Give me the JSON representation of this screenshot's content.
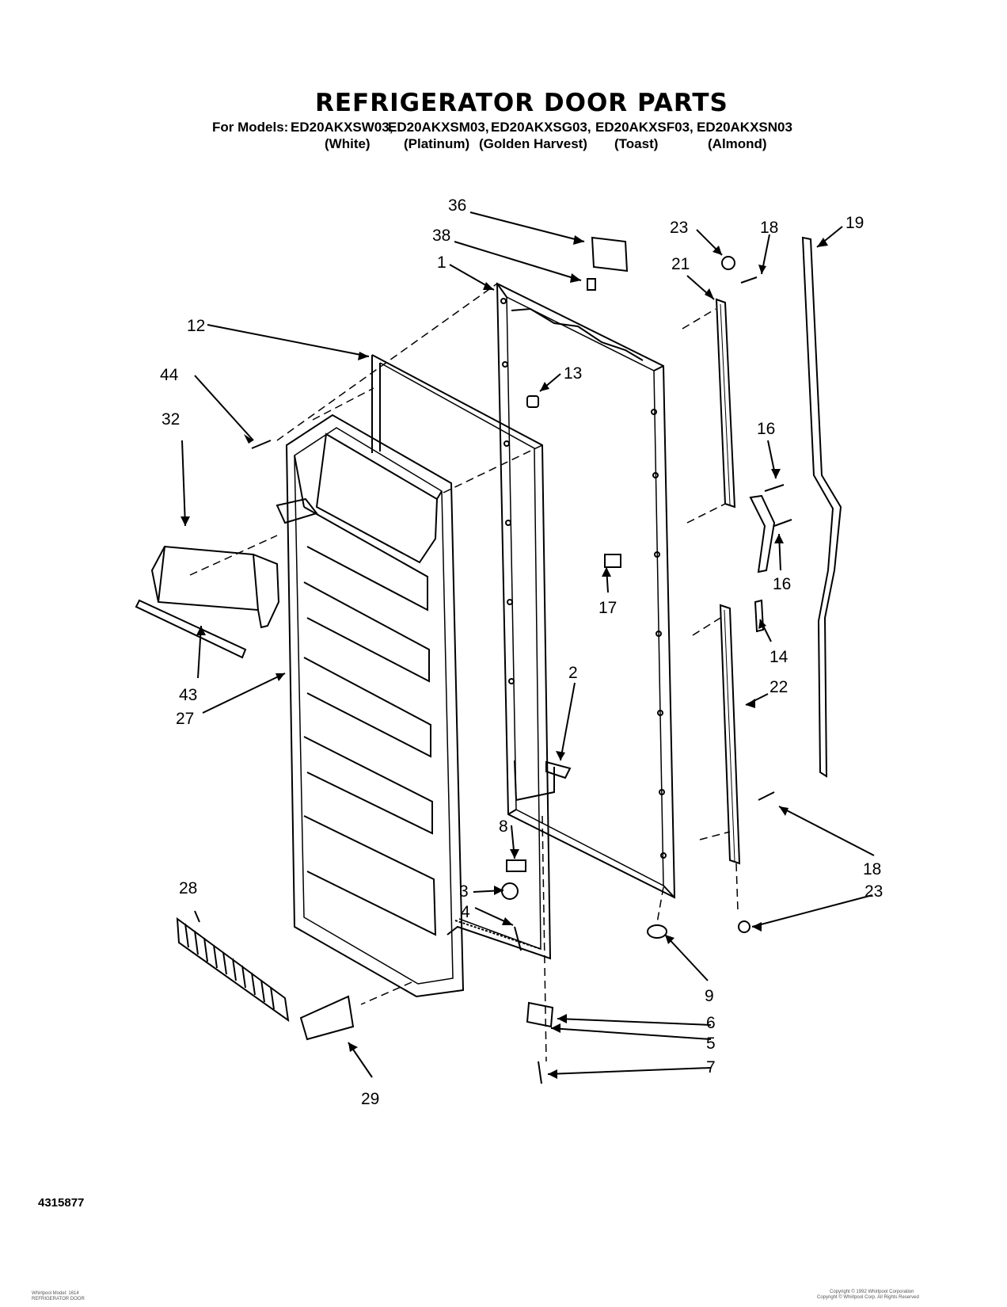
{
  "title": "REFRIGERATOR DOOR PARTS",
  "models_label": "For Models:",
  "models": [
    {
      "model": "ED20AKXSW03,",
      "color": "(White)"
    },
    {
      "model": "ED20AKXSM03,",
      "color": "(Platinum)"
    },
    {
      "model": "ED20AKXSG03,",
      "color": "(Golden Harvest)"
    },
    {
      "model": "ED20AKXSF03,",
      "color": "(Toast)"
    },
    {
      "model": "ED20AKXSN03",
      "color": "(Almond)"
    }
  ],
  "callouts": [
    "36",
    "38",
    "1",
    "12",
    "13",
    "44",
    "32",
    "23",
    "18",
    "21",
    "19",
    "16",
    "17",
    "16",
    "14",
    "43",
    "27",
    "22",
    "2",
    "8",
    "3",
    "4",
    "28",
    "18",
    "23",
    "9",
    "6",
    "5",
    "7",
    "29"
  ],
  "part_number": "4315877",
  "footer_left": [
    "Whirlpool Model: 1614",
    "REFRIGERATOR DOOR"
  ],
  "footer_right": [
    "Copyright © 1992 Whirlpool Corporation",
    "Copyright © Whirlpool Corp. All Rights Reserved"
  ]
}
